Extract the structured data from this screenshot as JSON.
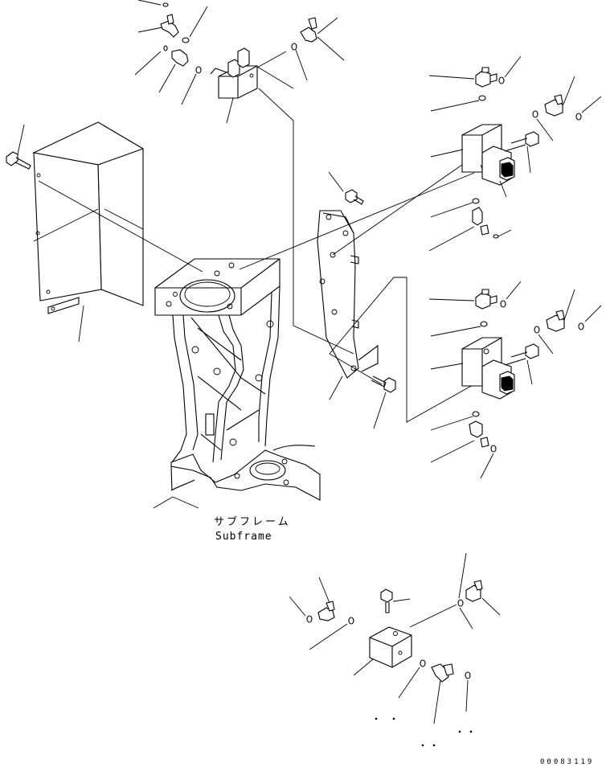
{
  "labels": {
    "subframe_jp": "サブフレーム",
    "subframe_en": "Subframe"
  },
  "drawing_number": "00083119"
}
